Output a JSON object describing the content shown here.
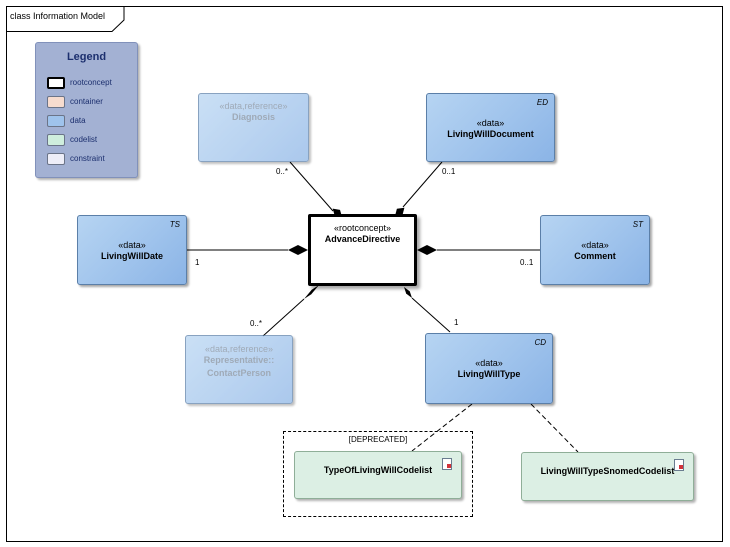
{
  "diagram_title": "class Information Model",
  "legend": {
    "title": "Legend",
    "items": [
      {
        "label": "rootconcept",
        "color": "#ffffff"
      },
      {
        "label": "container",
        "color": "#f7dccf"
      },
      {
        "label": "data",
        "color": "#9fc3ec"
      },
      {
        "label": "codelist",
        "color": "#cfeedd"
      },
      {
        "label": "constraint",
        "color": "#eeeef8"
      }
    ]
  },
  "nodes": {
    "advance_directive": {
      "stereotype": "«rootconcept»",
      "name": "AdvanceDirective"
    },
    "diagnosis": {
      "stereotype": "«data,reference»",
      "name": "Diagnosis"
    },
    "living_will_document": {
      "stereotype": "«data»",
      "name": "LivingWillDocument",
      "type": "ED"
    },
    "living_will_date": {
      "stereotype": "«data»",
      "name": "LivingWillDate",
      "type": "TS"
    },
    "comment": {
      "stereotype": "«data»",
      "name": "Comment",
      "type": "ST"
    },
    "contact_person": {
      "stereotype": "«data,reference»",
      "name_line1": "Representative::",
      "name_line2": "ContactPerson"
    },
    "living_will_type": {
      "stereotype": "«data»",
      "name": "LivingWillType",
      "type": "CD"
    },
    "type_codelist": {
      "name": "TypeOfLivingWillCodelist",
      "frame_label": "[DEPRECATED]"
    },
    "snomed_codelist": {
      "name": "LivingWillTypeSnomedCodelist"
    }
  },
  "multiplicities": {
    "diagnosis": "0..*",
    "living_will_document": "0..1",
    "living_will_date": "1",
    "comment": "0..1",
    "contact_person": "0..*",
    "living_will_type": "1"
  }
}
